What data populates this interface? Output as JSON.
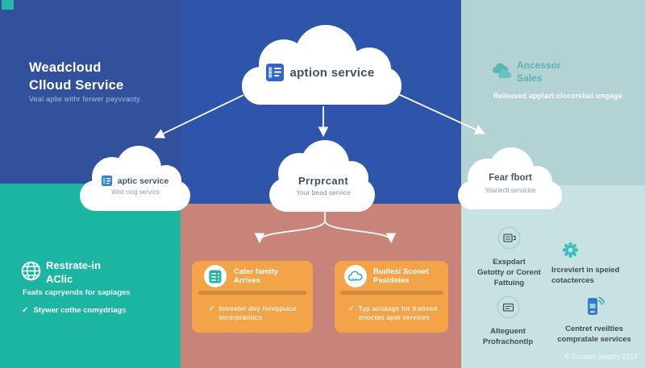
{
  "check_mark": "✓",
  "header": {
    "title": "Weadcloud\nClloud Service",
    "subtitle": "Veal aplie withr ferwer payvvanty."
  },
  "clouds": {
    "top": {
      "label": "aption service",
      "icon": "document-icon"
    },
    "left": {
      "label": "aptic service",
      "sublabel": "Wist clog servics",
      "icon": "document-icon"
    },
    "middle": {
      "label": "Prrprcant",
      "sublabel": "Your bead service"
    },
    "right": {
      "label": "Fear fbort",
      "sublabel": "Youriecll servicice"
    }
  },
  "teal_section": {
    "icon": "globe-icon",
    "title": "Restrate-in\nAClic",
    "subtitle": "Faats capryends for saplages",
    "check": "Stywer cothe comydriags"
  },
  "orange_cards": [
    {
      "icon": "database-icon",
      "title": "Cater famity\nArrives",
      "check": "Intrester doy forepjaace\nincerprantics"
    },
    {
      "icon": "cloud-doodle-icon",
      "title": "Budlesi Sconet\nPasidetes",
      "check": "Typ aciatage for fratised\nenoctas apet services"
    }
  ],
  "right_panel": {
    "icon": "double-cloud-icon",
    "title": "Ancessor\nSales",
    "subtitle": "Released applart clccersbal ungage",
    "features": [
      {
        "icon": "news-icon",
        "label": "Exspdart\nGetotty or Corent\nFattuing"
      },
      {
        "icon": "gear-icon",
        "label": "Ircreviert in speied\ncotacterces"
      },
      {
        "icon": "document-lines-icon",
        "label": "Alteguent\nProfrachontlp"
      },
      {
        "icon": "mobile-signal-icon",
        "label": "Centret rveilties\ncompratale services"
      }
    ],
    "watermark": "© Eclaset orophy 2017"
  },
  "colors": {
    "blue_left": "#31519d",
    "blue_mid": "#2e55a9",
    "teal": "#1cb5a2",
    "salmon": "#c9847a",
    "panel_top": "#b2d2d4",
    "panel_bottom": "#c8e1e1",
    "orange_card": "#f3a348",
    "orange_divider": "#d08a3e",
    "accent_teal": "#58b5b7",
    "accent_blue": "#2f66c9",
    "dark_text": "#3e4c57",
    "cloud_text": "#3d4f68",
    "white": "#ffffff"
  }
}
